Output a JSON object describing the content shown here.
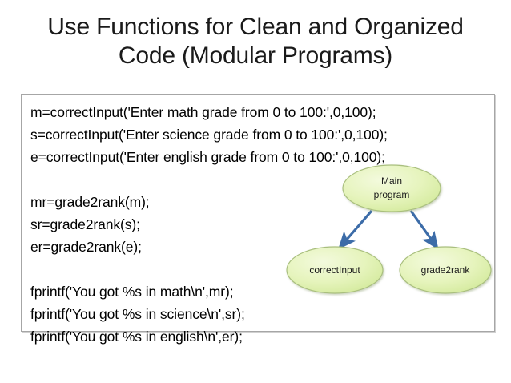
{
  "slide": {
    "title": "Use Functions for Clean and Organized Code (Modular Programs)"
  },
  "code_block": {
    "lines": [
      "m=correctInput('Enter math grade from 0 to 100:',0,100);",
      "s=correctInput('Enter science grade from 0 to 100:',0,100);",
      "e=correctInput('Enter english grade from 0 to 100:',0,100);",
      "",
      "mr=grade2rank(m);",
      "sr=grade2rank(s);",
      "er=grade2rank(e);",
      "",
      "fprintf('You got %s in math\\n',mr);",
      "fprintf('You got %s in science\\n',sr);",
      "fprintf('You got %s in english\\n',er);"
    ]
  },
  "diagram": {
    "nodes": [
      {
        "id": "main-program",
        "label_line1": "Main",
        "label_line2": "program"
      },
      {
        "id": "correct-input",
        "label_line1": "correctInput",
        "label_line2": ""
      },
      {
        "id": "grade2rank",
        "label_line1": "grade2rank",
        "label_line2": ""
      }
    ],
    "edges": [
      {
        "from": "main-program",
        "to": "correct-input"
      },
      {
        "from": "main-program",
        "to": "grade2rank"
      }
    ],
    "colors": {
      "node_fill_light": "#ecf7c8",
      "node_fill_dark": "#d7eda0",
      "node_stroke": "#a9bf7e",
      "arrow": "#3c6ca8",
      "label_text": "#1a1a1a"
    }
  }
}
